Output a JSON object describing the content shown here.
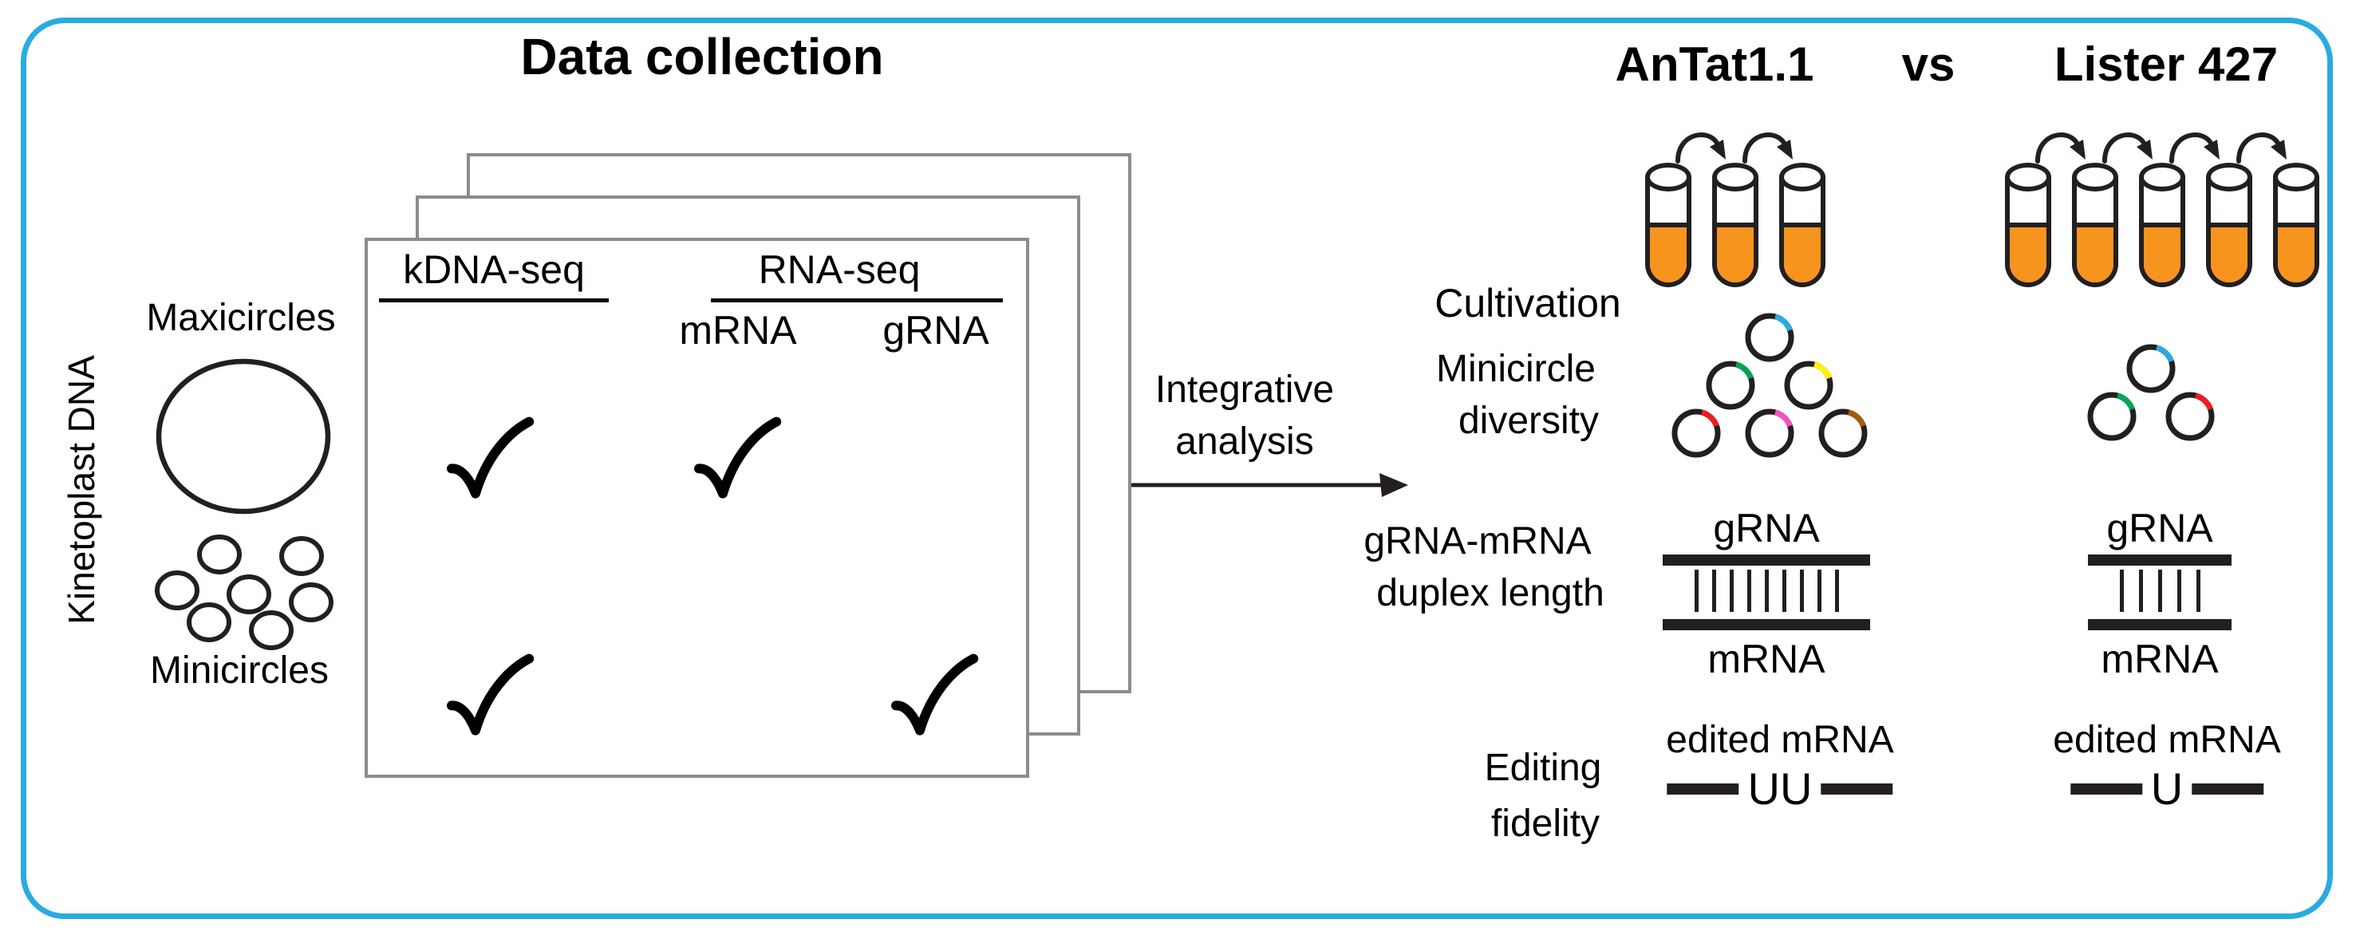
{
  "colors": {
    "frame": "#29ABE2",
    "ink": "#231F20",
    "card_border": "#8C8C8C",
    "liquid": "#F7941D"
  },
  "data_collection": {
    "title": "Data collection",
    "side_label": "Kinetoplast DNA",
    "maxicircles_label": "Maxicircles",
    "minicircles_label": "Minicircles",
    "minicircle_count": 7,
    "table": {
      "group_headers": [
        "kDNA-seq",
        "RNA-seq"
      ],
      "sub_headers": [
        "mRNA",
        "gRNA"
      ],
      "check_glyph": "✓",
      "rows": [
        {
          "sample": "Maxicircles",
          "checks": {
            "kdna": true,
            "mrna": true,
            "grna": false
          }
        },
        {
          "sample": "Minicircles",
          "checks": {
            "kdna": true,
            "mrna": false,
            "grna": true
          }
        }
      ]
    }
  },
  "integration": {
    "label_line1": "Integrative",
    "label_line2": "analysis"
  },
  "comparison": {
    "vs_label": "vs",
    "row_labels": {
      "cultivation": "Cultivation",
      "diversity_line1": "Minicircle",
      "diversity_line2": "diversity",
      "duplex_line1": "gRNA-mRNA",
      "duplex_line2": "duplex length",
      "editing_line1": "Editing",
      "editing_line2": "fidelity"
    },
    "duplex_top_label": "gRNA",
    "duplex_bottom_label": "mRNA",
    "editing_caption": "edited mRNA",
    "strains": [
      {
        "name": "AnTat1.1",
        "culture_tubes": 3,
        "passages": 2,
        "minicircle_colors": [
          "#29ABE2",
          "#00A651",
          "#FFF200",
          "#ED1C24",
          "#F353C4",
          "#A35A0F"
        ],
        "duplex_base_pairs": 9,
        "edited_insertion": "UU"
      },
      {
        "name": "Lister 427",
        "culture_tubes": 5,
        "passages": 4,
        "minicircle_colors": [
          "#29ABE2",
          "#00A651",
          "#ED1C24"
        ],
        "duplex_base_pairs": 5,
        "edited_insertion": "U"
      }
    ]
  }
}
